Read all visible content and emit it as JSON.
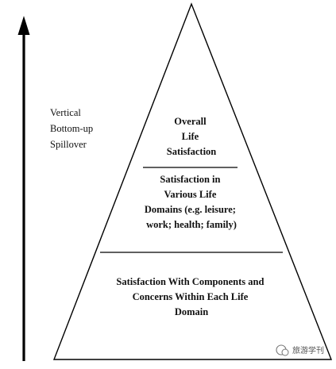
{
  "arrow_label": [
    "Vertical",
    "Bottom-up",
    "Spillover"
  ],
  "levels": {
    "top": [
      "Overall",
      "Life",
      "Satisfaction"
    ],
    "middle": [
      "Satisfaction in",
      "Various Life",
      "Domains (e.g. leisure;",
      "work; health; family)"
    ],
    "bottom": [
      "Satisfaction With Components and",
      "Concerns Within Each Life",
      "Domain"
    ]
  },
  "watermark": {
    "text": "旅游学刊"
  }
}
